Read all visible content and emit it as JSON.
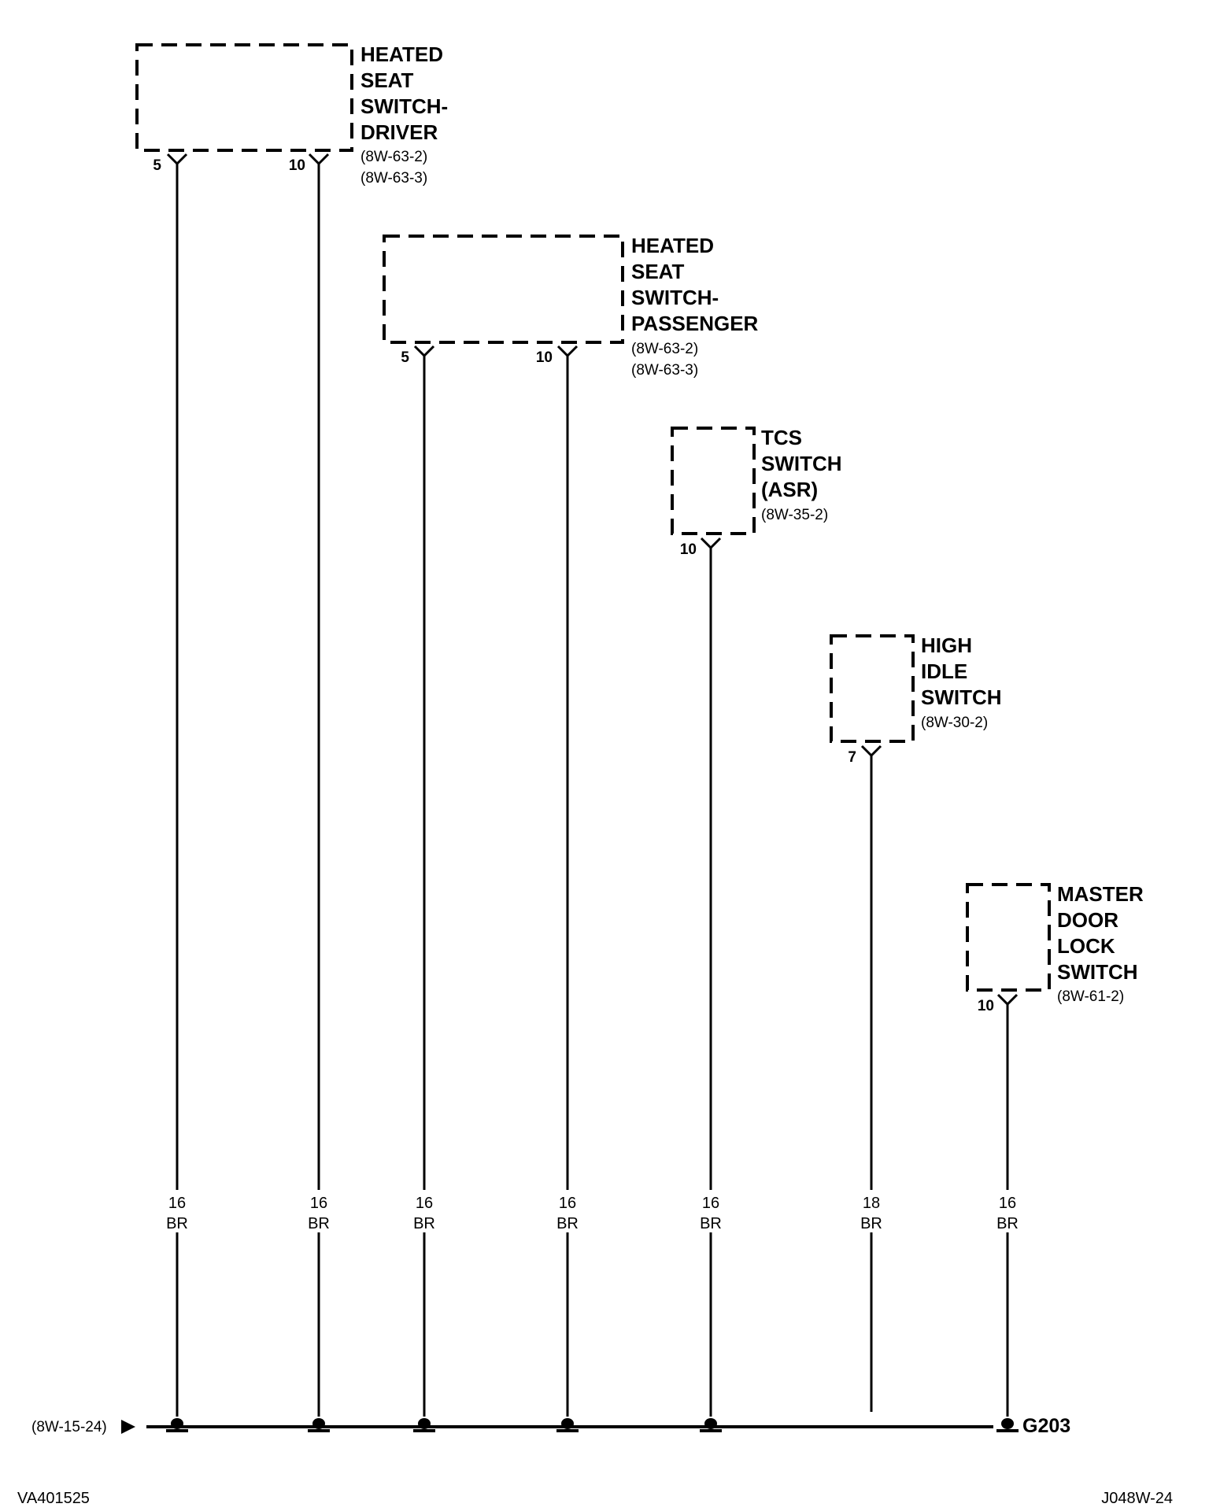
{
  "components": [
    {
      "id": "heated-seat-driver",
      "name_lines": [
        "HEATED",
        "SEAT",
        "SWITCH-",
        "DRIVER"
      ],
      "refs": [
        "(8W-63-2)",
        "(8W-63-3)"
      ],
      "pins": [
        {
          "pin": "5",
          "gauge": "16",
          "color": "BR"
        },
        {
          "pin": "10",
          "gauge": "16",
          "color": "BR"
        }
      ]
    },
    {
      "id": "heated-seat-passenger",
      "name_lines": [
        "HEATED",
        "SEAT",
        "SWITCH-",
        "PASSENGER"
      ],
      "refs": [
        "(8W-63-2)",
        "(8W-63-3)"
      ],
      "pins": [
        {
          "pin": "5",
          "gauge": "16",
          "color": "BR"
        },
        {
          "pin": "10",
          "gauge": "16",
          "color": "BR"
        }
      ]
    },
    {
      "id": "tcs-switch",
      "name_lines": [
        "TCS",
        "SWITCH",
        "(ASR)"
      ],
      "refs": [
        "(8W-35-2)"
      ],
      "pins": [
        {
          "pin": "10",
          "gauge": "16",
          "color": "BR"
        }
      ]
    },
    {
      "id": "high-idle-switch",
      "name_lines": [
        "HIGH",
        "IDLE",
        "SWITCH"
      ],
      "refs": [
        "(8W-30-2)"
      ],
      "pins": [
        {
          "pin": "7",
          "gauge": "18",
          "color": "BR"
        }
      ]
    },
    {
      "id": "master-door-lock-switch",
      "name_lines": [
        "MASTER",
        "DOOR",
        "LOCK",
        "SWITCH"
      ],
      "refs": [
        "(8W-61-2)"
      ],
      "pins": [
        {
          "pin": "10",
          "gauge": "16",
          "color": "BR"
        }
      ]
    }
  ],
  "bus": {
    "source_ref": "(8W-15-24)",
    "ground_label": "G203"
  },
  "footer": {
    "left": "VA401525",
    "right": "J048W-24"
  }
}
